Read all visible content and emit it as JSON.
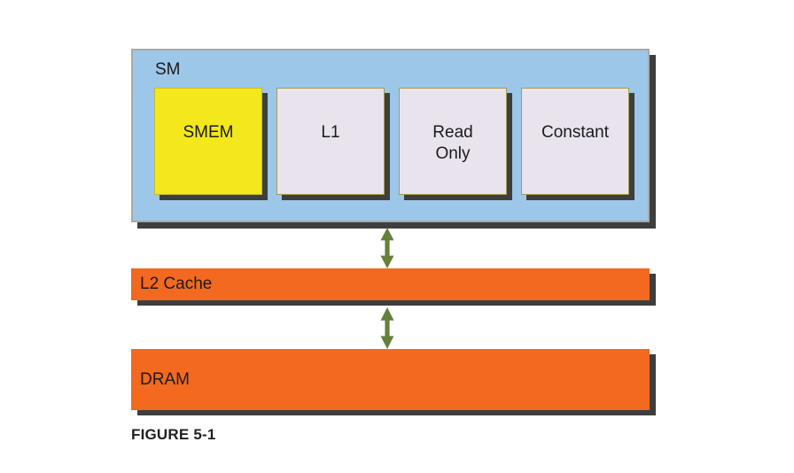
{
  "diagram": {
    "sm": {
      "label": "SM",
      "boxes": [
        {
          "label": "SMEM"
        },
        {
          "label": "L1"
        },
        {
          "label": "Read\nOnly"
        },
        {
          "label": "Constant"
        }
      ]
    },
    "l2": {
      "label": "L2 Cache"
    },
    "dram": {
      "label": "DRAM"
    },
    "caption": "FIGURE 5-1"
  },
  "icons": {
    "arrow_sm_l2": "bidirectional-arrow-icon",
    "arrow_l2_dram": "bidirectional-arrow-icon"
  },
  "colors": {
    "sm_fill": "#9cc7e8",
    "sm_border": "#a9a9a9",
    "smem_fill": "#f2e81c",
    "smem_border": "#c9bd2e",
    "cache_box_fill": "#e9e3ee",
    "cache_box_border": "#a39d4d",
    "bar_fill": "#f2691f",
    "arrow": "#64803a",
    "shadow": "#3e3e3e",
    "text": "#1b1b1b"
  }
}
